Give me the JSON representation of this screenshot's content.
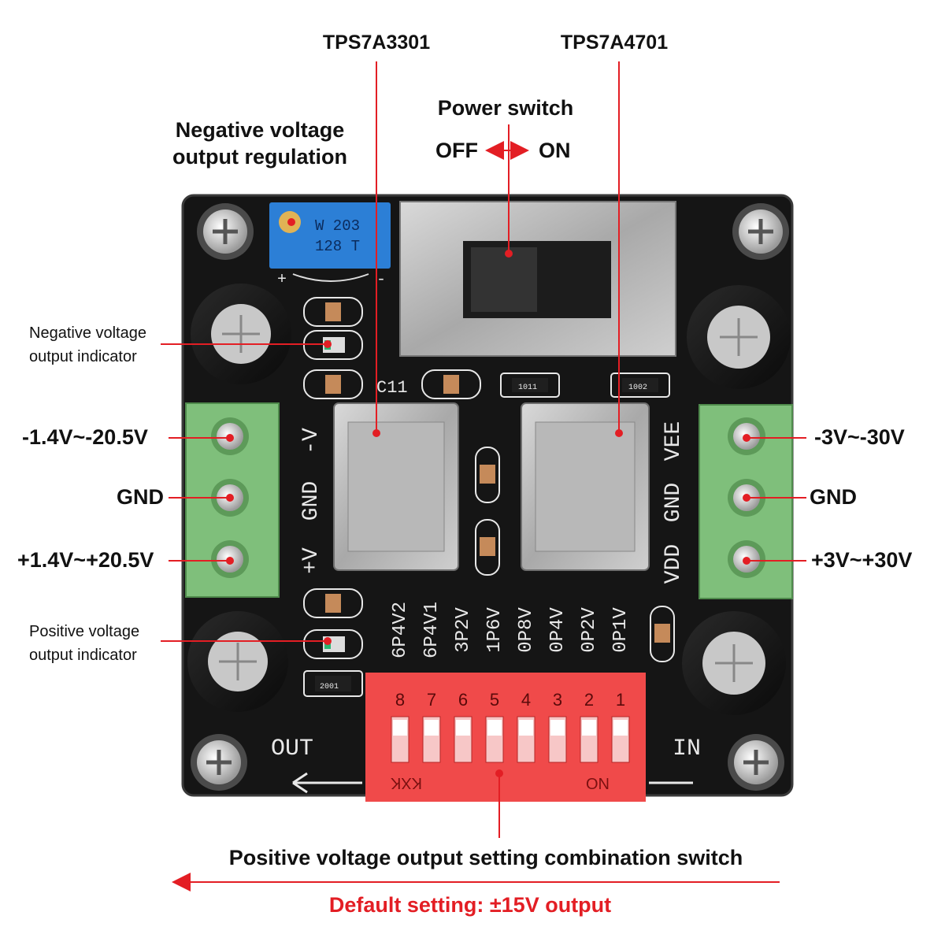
{
  "labels": {
    "chip_left": "TPS7A3301",
    "chip_right": "TPS7A4701",
    "power_switch": "Power switch",
    "off": "OFF",
    "on": "ON",
    "neg_regulation_line1": "Negative voltage",
    "neg_regulation_line2": "output regulation",
    "neg_indicator_line1": "Negative voltage",
    "neg_indicator_line2": "output indicator",
    "pos_indicator_line1": "Positive voltage",
    "pos_indicator_line2": "output indicator",
    "out_neg_range": "-1.4V~-20.5V",
    "out_gnd": "GND",
    "out_pos_range": "+1.4V~+20.5V",
    "in_neg_range": "-3V~-30V",
    "in_gnd": "GND",
    "in_pos_range": "+3V~+30V",
    "combination_switch": "Positive voltage output setting combination switch",
    "default_setting": "Default setting: ±15V output"
  },
  "pcb": {
    "pot_marking_1": "W 203",
    "pot_marking_2": "128 T",
    "pot_plus": "+",
    "pot_minus": "-",
    "cap_ref": "C11",
    "resistor_1": "1011",
    "resistor_2": "1002",
    "resistor_3": "2001",
    "left_terminal_silk": [
      "-V",
      "GND",
      "+V"
    ],
    "right_terminal_silk": [
      "VEE",
      "GND",
      "VDD"
    ],
    "dip_silk": [
      "6P4V2",
      "6P4V1",
      "3P2V",
      "1P6V",
      "0P8V",
      "0P4V",
      "0P2V",
      "0P1V"
    ],
    "dip_numbers": [
      "8",
      "7",
      "6",
      "5",
      "4",
      "3",
      "2",
      "1"
    ],
    "dip_kxk": "KXK",
    "dip_on": "ON",
    "out_label": "OUT",
    "in_label": "IN"
  },
  "colors": {
    "pcb": "#111111",
    "terminal_green": "#7fbf7b",
    "dip_red": "#f04a4a",
    "pot_blue": "#2c7fd6",
    "annotation_red": "#e31e24"
  }
}
